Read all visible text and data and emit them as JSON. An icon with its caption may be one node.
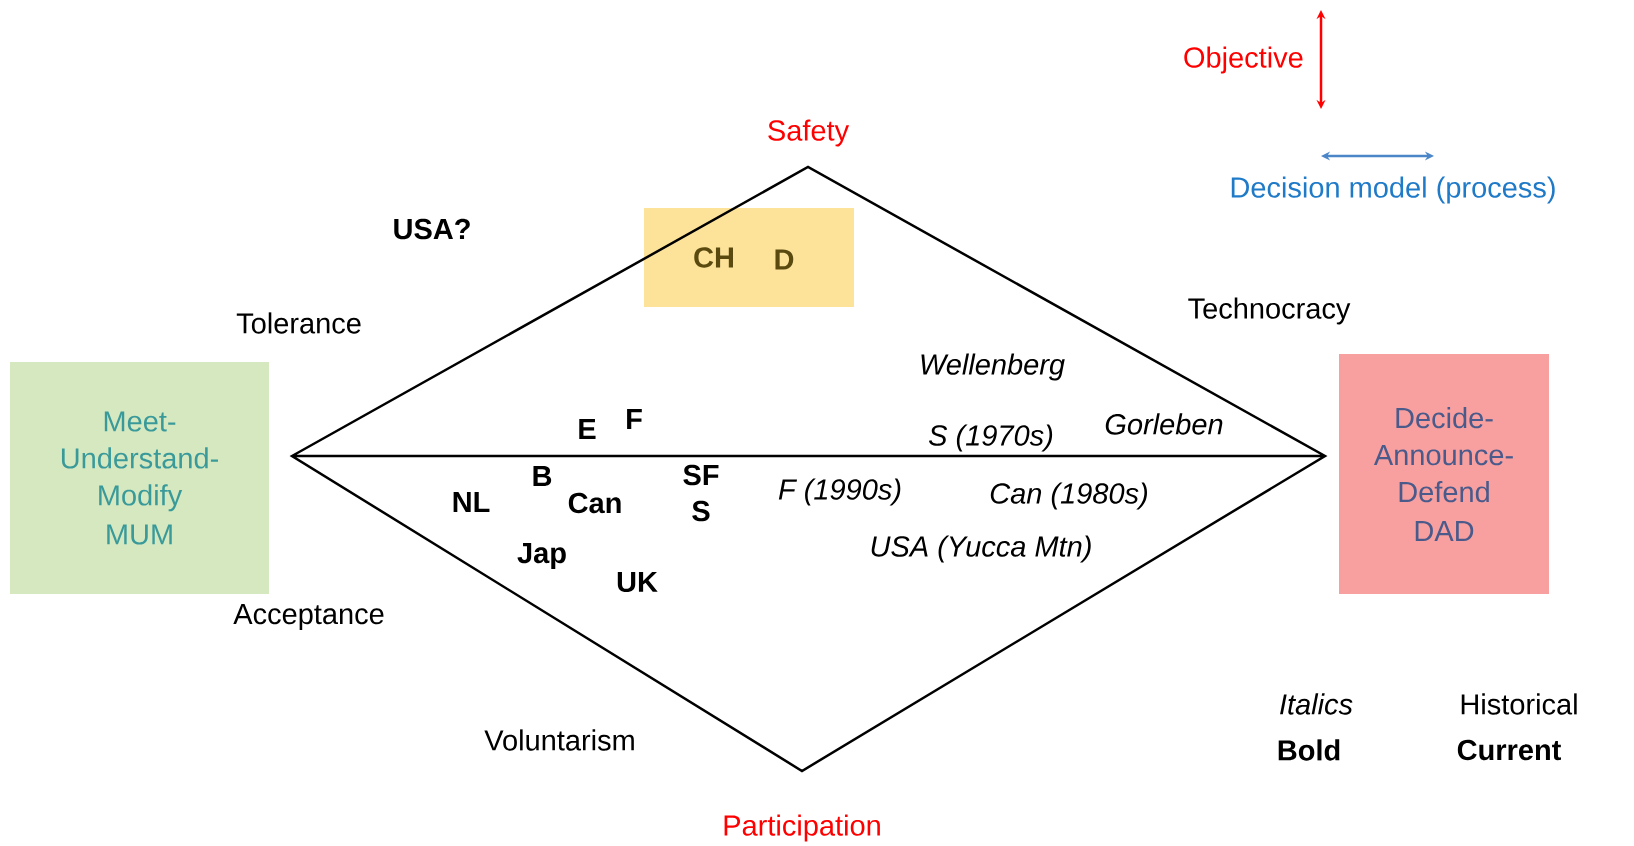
{
  "diagram": {
    "nodes": [
      {
        "text": [
          "Meet- Understand- Modify",
          "MUM"
        ]
      },
      {
        "text": [
          "CH",
          "D"
        ]
      },
      {
        "text": [
          "Decide- Announce- Defend",
          "DAD"
        ]
      }
    ],
    "labels": [
      "Safety",
      "USA?",
      "Tolerance",
      "Technocracy",
      "Wellenberg",
      "F",
      "E",
      "Gorleben",
      "S (1970s)",
      "B",
      "SF",
      "NL",
      "Can",
      "F (1990s)",
      "Can (1980s)",
      "S",
      "Jap",
      "USA (Yucca Mtn)",
      "UK",
      "Acceptance",
      "Voluntarism",
      "Participation",
      "Italics",
      "Historical",
      "Bold",
      "Current"
    ],
    "legend": [
      {
        "text": "Objective"
      },
      {
        "text": "Decision model (process)"
      }
    ]
  }
}
